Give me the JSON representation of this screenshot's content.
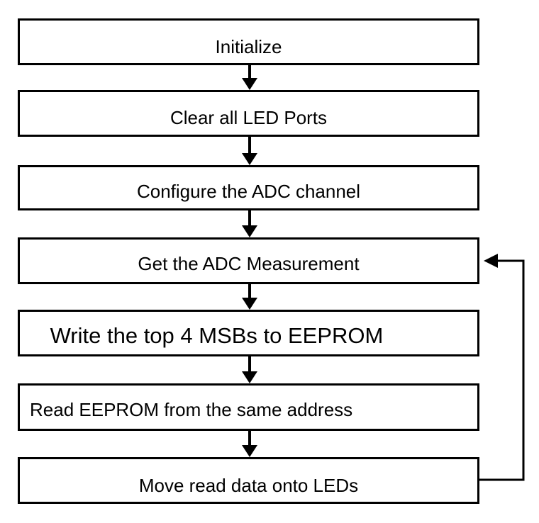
{
  "flowchart": {
    "steps": [
      {
        "label": "Initialize"
      },
      {
        "label": "Clear all LED Ports"
      },
      {
        "label": "Configure the ADC channel"
      },
      {
        "label": "Get the ADC Measurement"
      },
      {
        "label": "Write the top 4 MSBs to EEPROM"
      },
      {
        "label": "Read EEPROM from the same address"
      },
      {
        "label": "Move read data onto LEDs"
      }
    ],
    "loop": {
      "from": "Move read data onto LEDs",
      "to": "Get the ADC Measurement"
    },
    "colors": {
      "stroke": "#000000",
      "fill": "#ffffff",
      "text": "#000000"
    }
  }
}
